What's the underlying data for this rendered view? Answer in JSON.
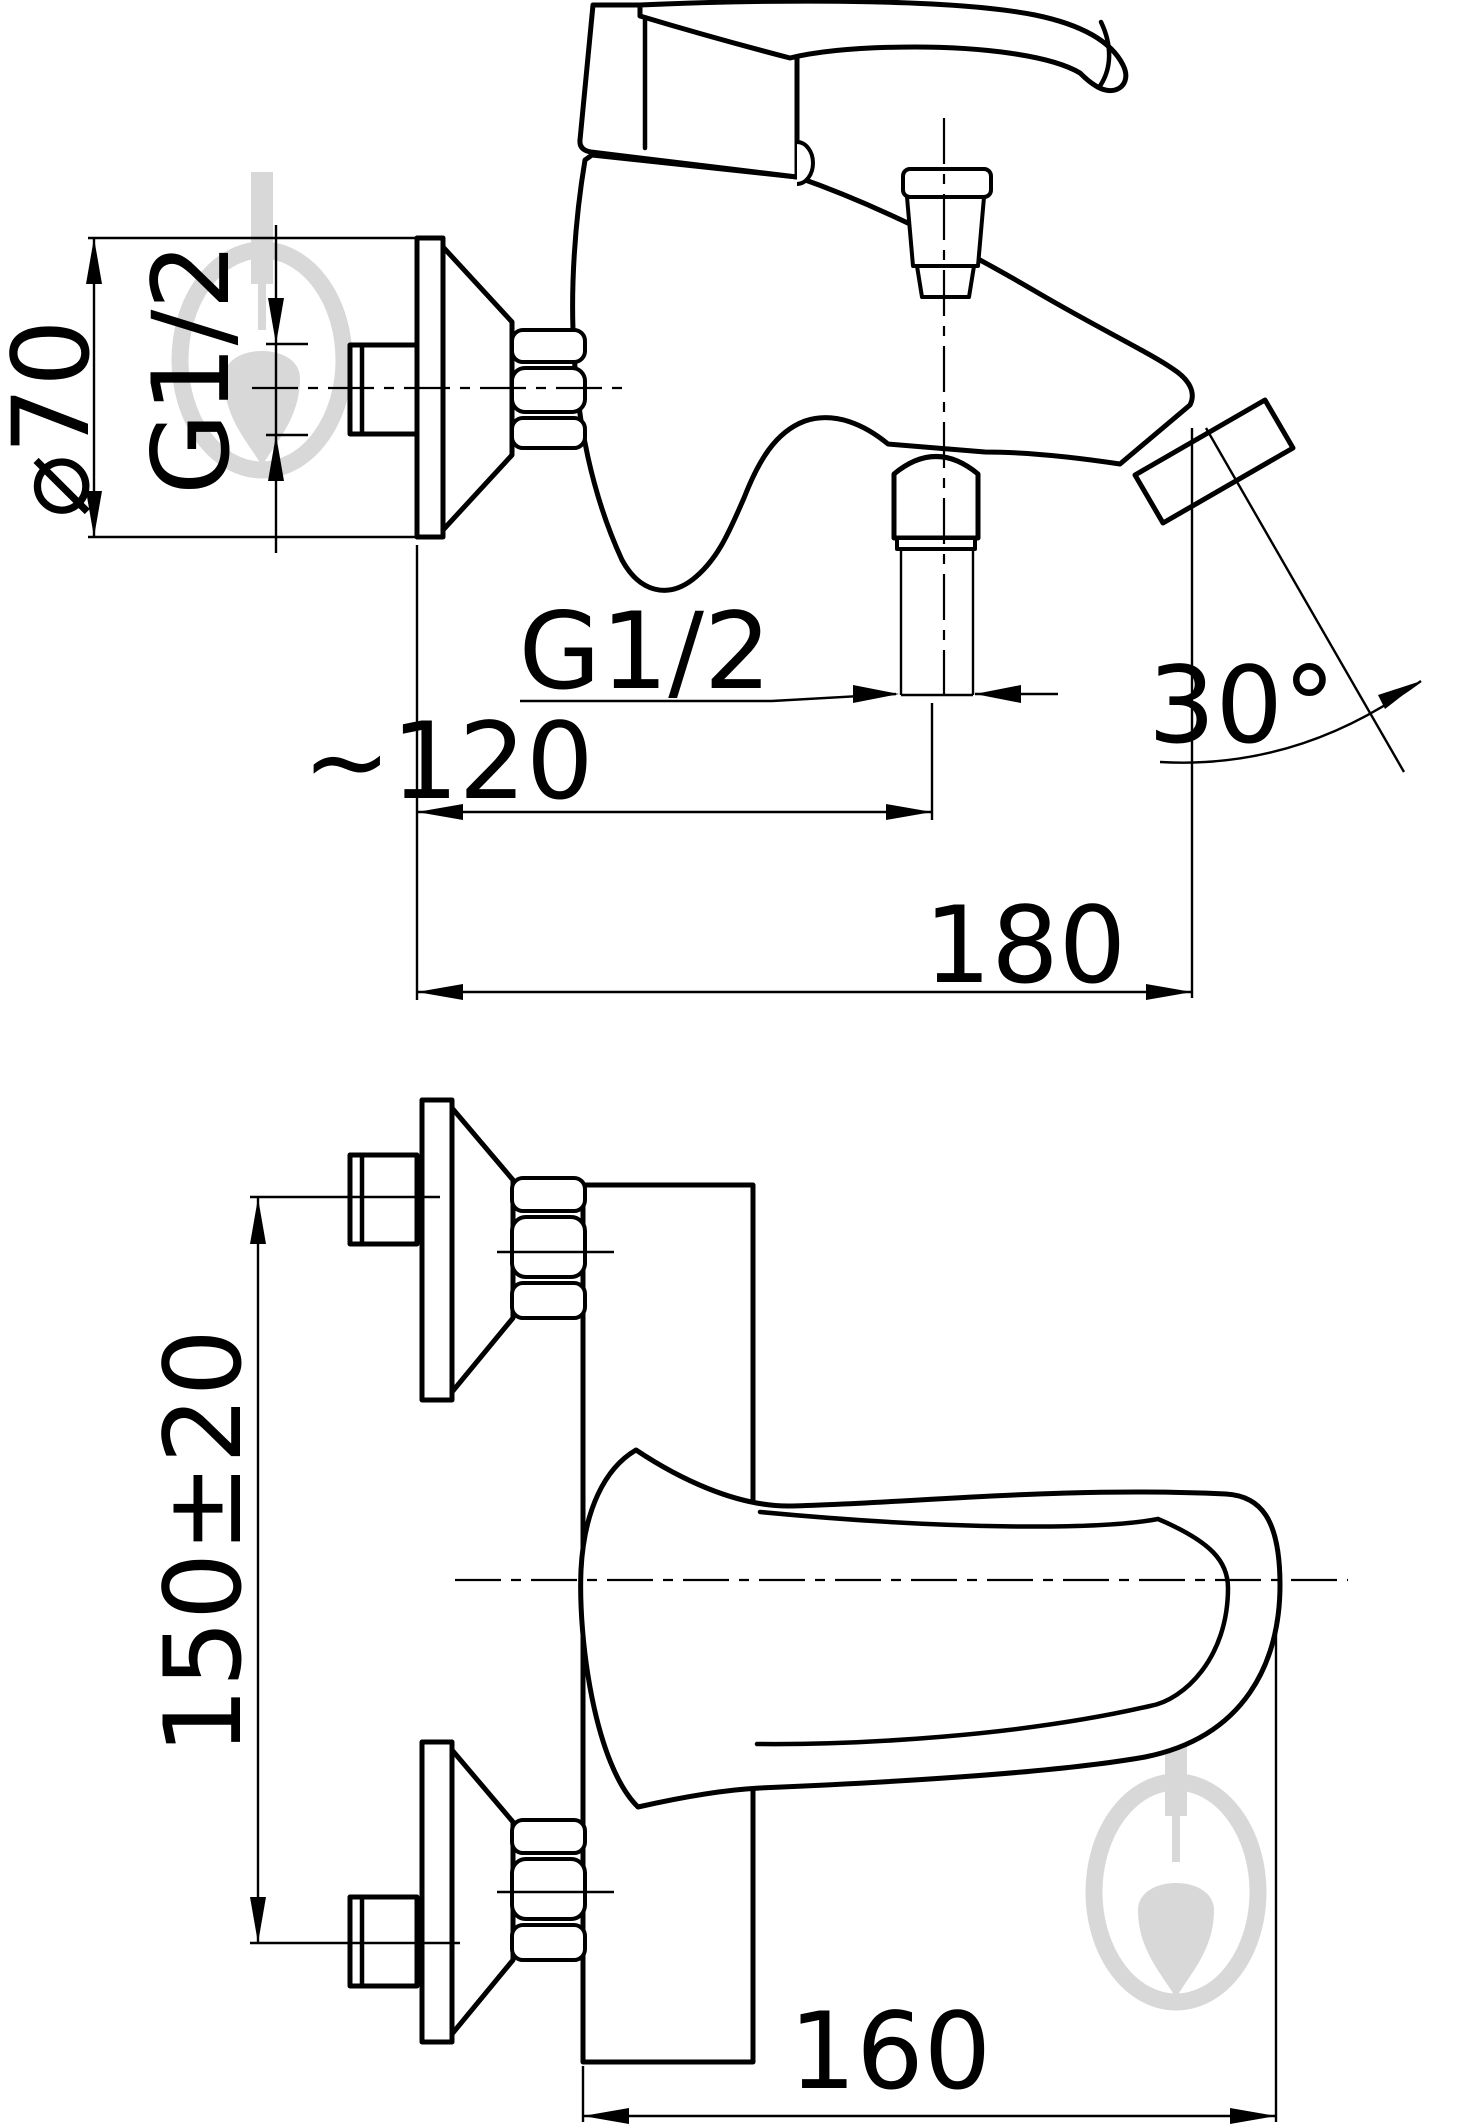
{
  "drawing": {
    "type": "technical-drawing",
    "subject": "wall-mounted bath mixer faucet, two orthographic views with dimensions",
    "background_color": "#ffffff",
    "line_color": "#000000",
    "watermark_color": "#d8d8d8",
    "labels": {
      "diameter_70": "⌀70",
      "thread_wall": "G1/2",
      "thread_shower": "G1/2",
      "approx_120": "~120",
      "width_180": "180",
      "angle_30": "30°",
      "height_150": "150±20",
      "width_160": "160"
    }
  }
}
